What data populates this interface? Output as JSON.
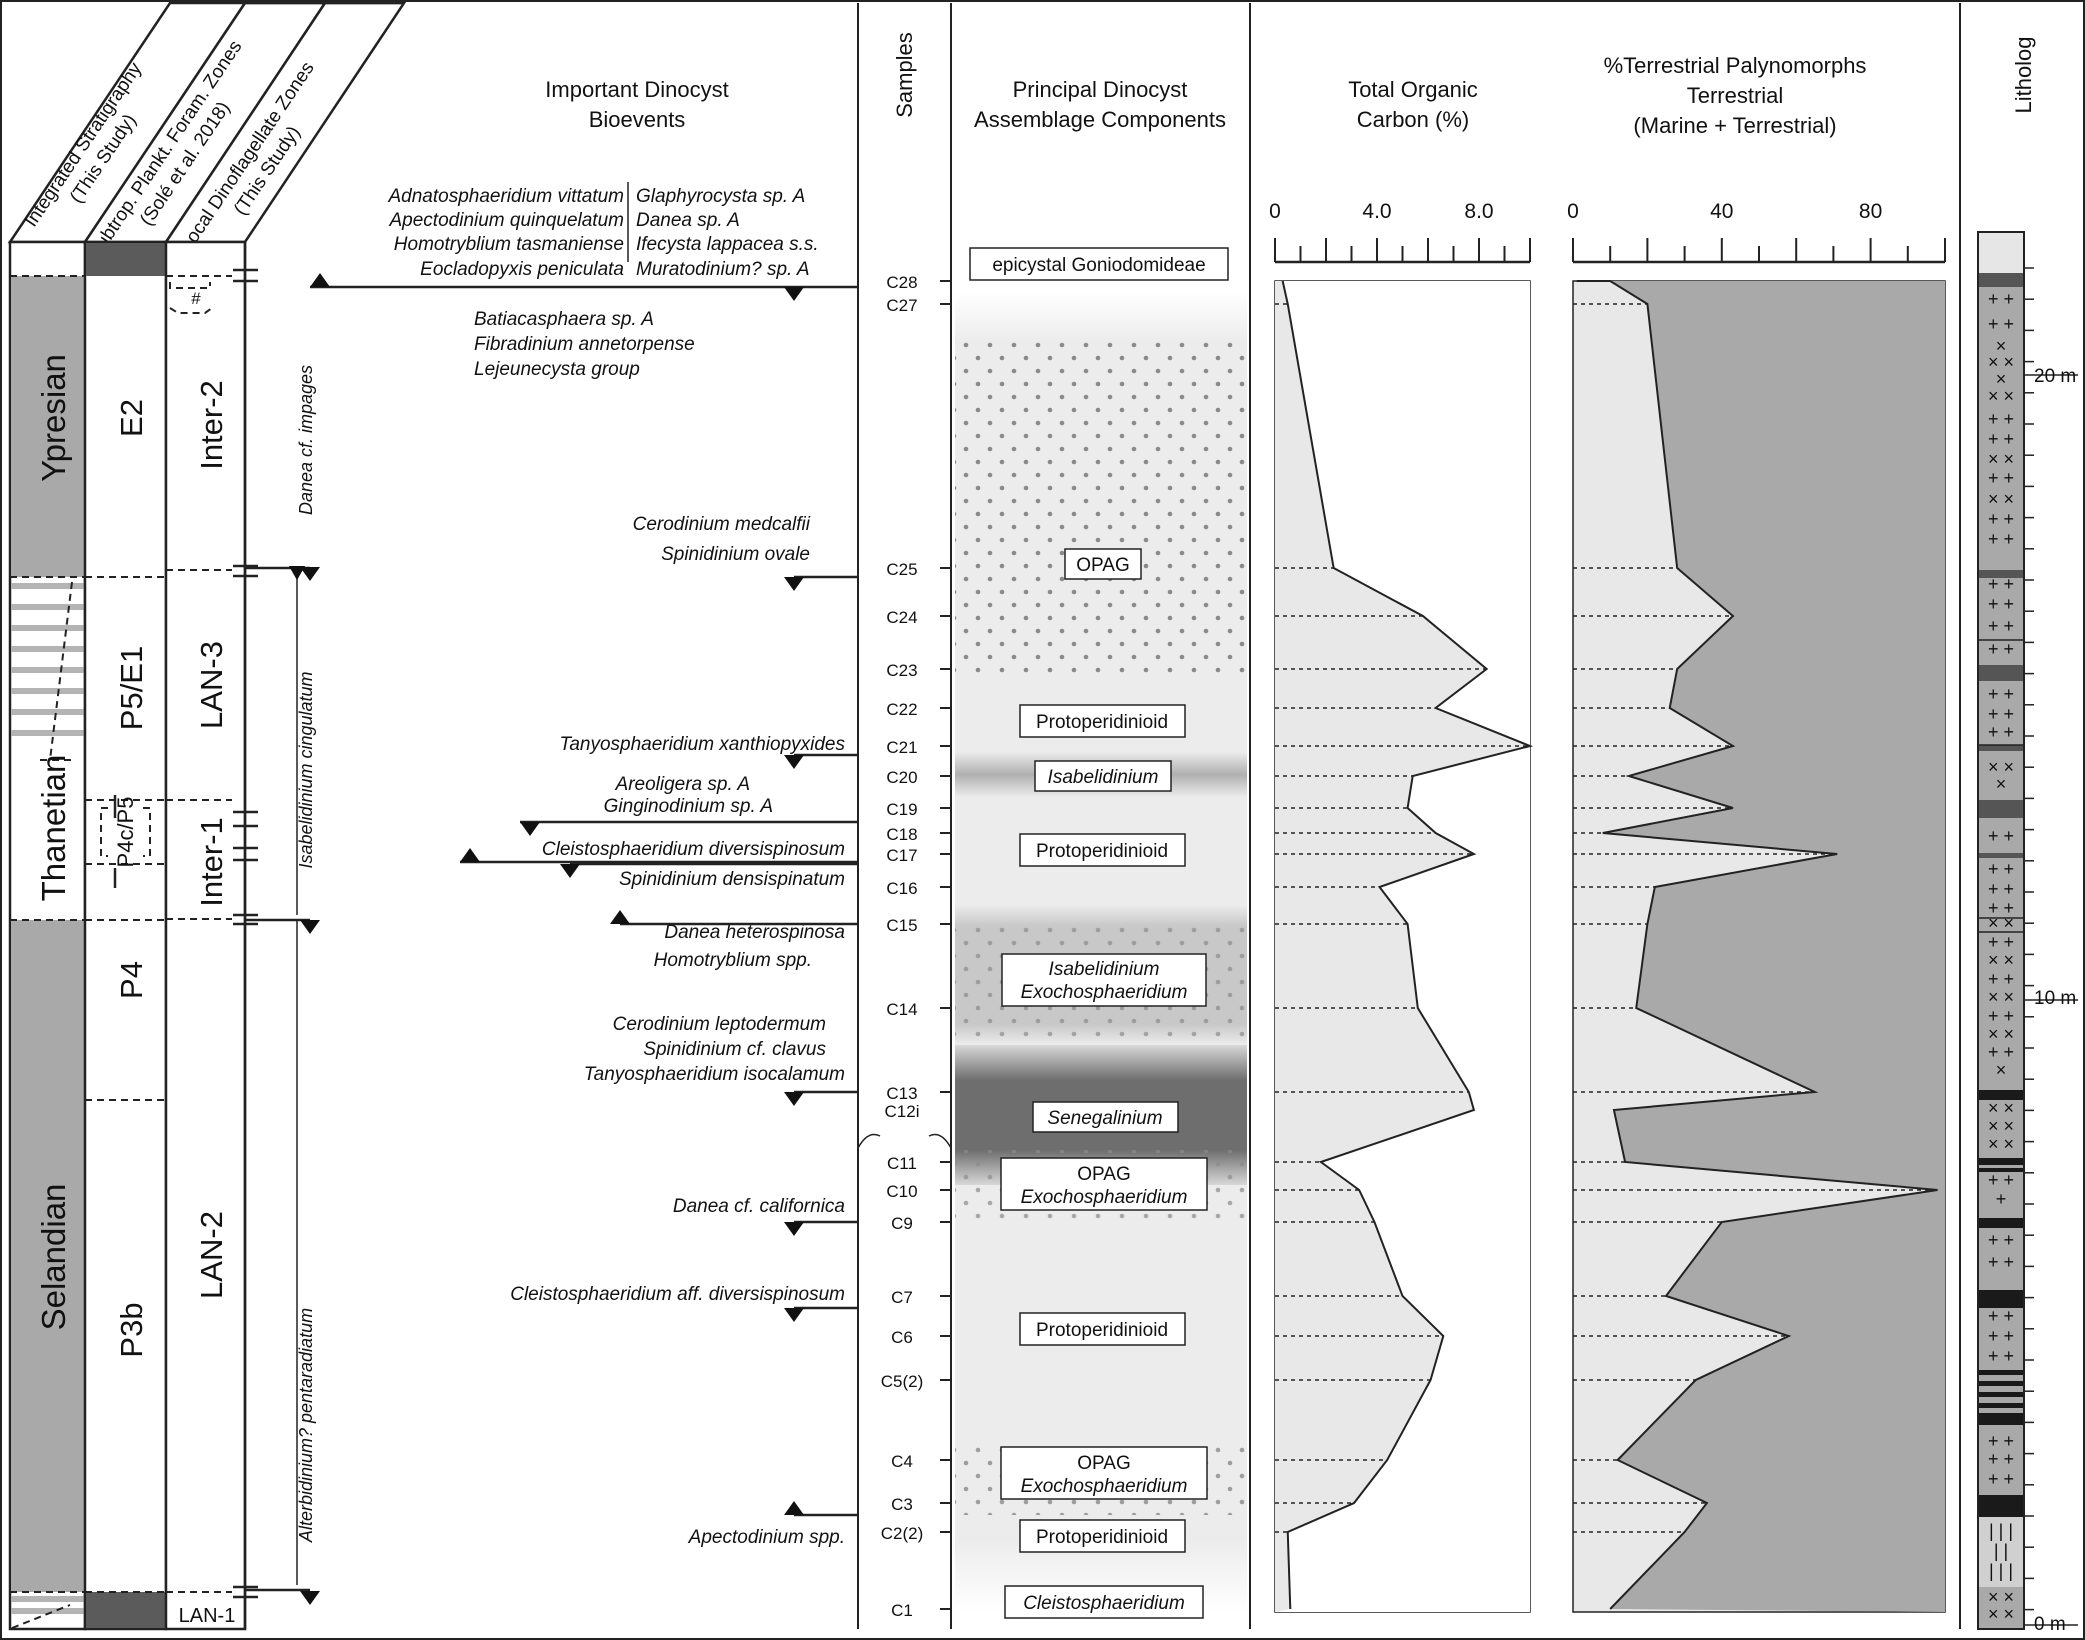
{
  "headers": {
    "integrated": [
      "Integrated Stratigraphy",
      "(This Study)"
    ],
    "foram": [
      "Subtrop. Plankt. Foram. Zones",
      "(Solé et al. 2018)"
    ],
    "dino": [
      "Local Dinoflagellate Zones",
      "(This Study)"
    ],
    "bioevents": [
      "Important Dinocyst",
      "Bioevents"
    ],
    "samples": "Samples",
    "assemblage": [
      "Principal Dinocyst",
      "Assemblage Components"
    ],
    "toc": [
      "Total Organic",
      "Carbon (%)"
    ],
    "terr": [
      "%Terrestrial Palynomorphs",
      "Terrestrial",
      "(Marine + Terrestrial)"
    ],
    "litholog": "Litholog"
  },
  "stages": [
    "Ypresian",
    "Thanetian",
    "Selandian"
  ],
  "foram_zones": [
    "E2",
    "P5/E1",
    "P4c/P5",
    "P4",
    "P3b"
  ],
  "dino_zones": [
    "#",
    "Inter-2",
    "LAN-3",
    "Inter-1",
    "LAN-2",
    "LAN-1"
  ],
  "range_taxa": [
    "Danea cf. impages",
    "Isabelidinium cingulatum",
    "Alterbidinium? pentaradiatum"
  ],
  "bioevents": [
    {
      "lines": [
        "Adnatosphaeridium vittatum",
        "Apectodinium quinquelatum",
        "Homotryblium tasmaniense",
        "Eocladopyxis peniculata"
      ],
      "lines2": [
        "Glaphyrocysta sp. A",
        "Danea sp. A",
        "Ifecysta lappacea s.s.",
        "Muratodinium? sp. A"
      ]
    },
    {
      "lines": [
        "Batiacasphaera sp. A",
        "Fibradinium annetorpense",
        "Lejeunecysta group"
      ]
    },
    {
      "lines": [
        "Cerodinium medcalfii",
        "Spinidinium ovale"
      ]
    },
    {
      "lines": [
        "Tanyosphaeridium xanthiopyxides"
      ]
    },
    {
      "lines": [
        "Areoligera sp. A",
        "Ginginodinium sp. A"
      ]
    },
    {
      "lines": [
        "Cleistosphaeridium diversispinosum"
      ]
    },
    {
      "lines": [
        "Spinidinium densispinatum"
      ]
    },
    {
      "lines": [
        "Danea heterospinosa",
        "Homotryblium spp."
      ]
    },
    {
      "lines": [
        "Cerodinium leptodermum",
        "Spinidinium cf. clavus",
        "Tanyosphaeridium isocalamum"
      ]
    },
    {
      "lines": [
        "Danea cf. californica"
      ]
    },
    {
      "lines": [
        "Cleistosphaeridium aff. diversispinosum"
      ]
    },
    {
      "lines": [
        "Apectodinium spp."
      ]
    }
  ],
  "samples": [
    "C28",
    "C27",
    "C25",
    "C24",
    "C23",
    "C22",
    "C21",
    "C20",
    "C19",
    "C18",
    "C17",
    "C16",
    "C15",
    "C14",
    "C13",
    "C12i",
    "C11",
    "C10",
    "C9",
    "C7",
    "C6",
    "C5(2)",
    "C4",
    "C3",
    "C2(2)",
    "C1"
  ],
  "assemblages": [
    "epicystal Goniodomideae",
    "OPAG",
    "Protoperidinioid",
    "Isabelidinium",
    "Protoperidinioid",
    "Isabelidinium",
    "Exochosphaeridium",
    "Senegalinium",
    "OPAG",
    "Exochosphaeridium",
    "Protoperidinioid",
    "OPAG",
    "Exochosphaeridium",
    "Protoperidinioid",
    "Cleistosphaeridium"
  ],
  "toc_axis": {
    "ticks": [
      "0",
      "4.0",
      "8.0"
    ],
    "range": [
      0,
      10
    ]
  },
  "terr_axis": {
    "ticks": [
      "0",
      "40",
      "80"
    ],
    "range": [
      0,
      100
    ]
  },
  "depth_labels": [
    "20 m",
    "10 m",
    "0 m"
  ],
  "series": {
    "sample_order": [
      "top",
      "C28",
      "C27",
      "C25",
      "C24",
      "C23",
      "C22",
      "C21",
      "C20",
      "C19",
      "C18",
      "C17",
      "C16",
      "C15",
      "C14",
      "C13",
      "C12i",
      "C11",
      "C10",
      "C9",
      "C7",
      "C6",
      "C5(2)",
      "C4",
      "C3",
      "C2(2)",
      "C1"
    ],
    "toc": [
      0.3,
      0.5,
      2.3,
      5.8,
      8.3,
      6.3,
      10.0,
      5.4,
      5.2,
      6.3,
      7.8,
      4.1,
      5.2,
      5.6,
      7.6,
      7.8,
      1.8,
      3.3,
      3.9,
      5.0,
      6.6,
      6.1,
      4.4,
      3.1,
      0.5,
      0.6,
      2.0
    ],
    "terr": [
      1,
      10,
      20,
      28,
      43,
      28,
      26,
      43,
      15,
      43,
      8,
      71,
      22,
      20,
      17,
      65,
      11,
      14,
      98,
      40,
      25,
      58,
      33,
      12,
      36,
      30,
      10,
      7
    ]
  },
  "colors": {
    "gray": "#a9a9a9",
    "dark": "#5b5b5b",
    "light": "#e8e8e8",
    "black": "#1a1a1a"
  }
}
